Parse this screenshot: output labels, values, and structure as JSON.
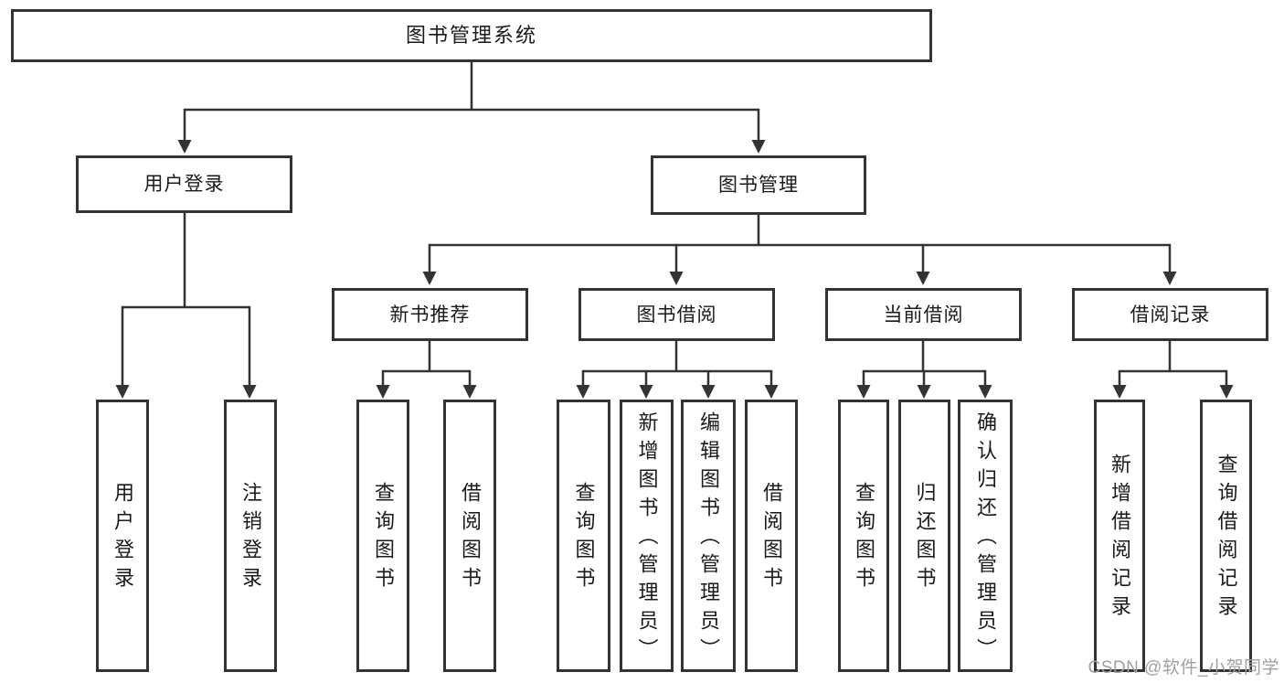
{
  "tree": {
    "label": "图书管理系统",
    "children": [
      {
        "label": "用户登录",
        "children": [
          {
            "label": "用户登录"
          },
          {
            "label": "注销登录"
          }
        ]
      },
      {
        "label": "图书管理",
        "children": [
          {
            "label": "新书推荐",
            "children": [
              {
                "label": "查询图书"
              },
              {
                "label": "借阅图书"
              }
            ]
          },
          {
            "label": "图书借阅",
            "children": [
              {
                "label": "查询图书"
              },
              {
                "label": "新增图书（管理员）"
              },
              {
                "label": "编辑图书（管理员）"
              },
              {
                "label": "借阅图书"
              }
            ]
          },
          {
            "label": "当前借阅",
            "children": [
              {
                "label": "查询图书"
              },
              {
                "label": "归还图书"
              },
              {
                "label": "确认归还（管理员）"
              }
            ]
          },
          {
            "label": "借阅记录",
            "children": [
              {
                "label": "新增借阅记录"
              },
              {
                "label": "查询借阅记录"
              }
            ]
          }
        ]
      }
    ]
  },
  "watermark": "CSDN @软件_小贺同学",
  "colors": {
    "line": "#333333",
    "box_border": "#333333",
    "text": "#1a1a1a",
    "watermark": "#a0a0a2",
    "background": "#ffffff"
  }
}
